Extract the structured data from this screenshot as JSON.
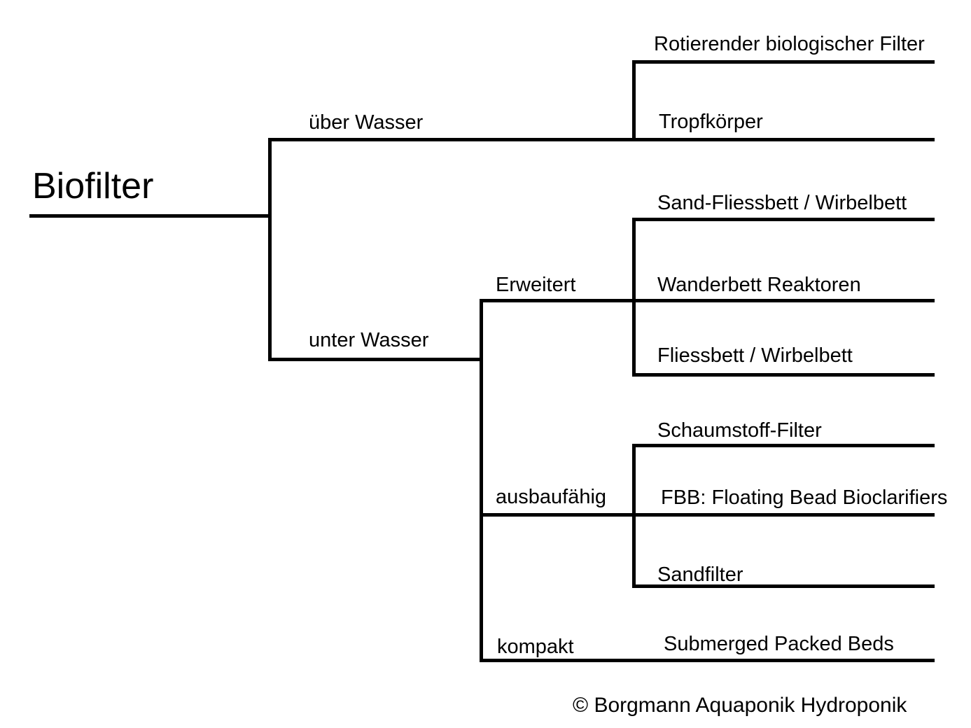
{
  "diagram_title": "Biofilter",
  "colors": {
    "line": "#000000",
    "text": "#000000",
    "background": "#ffffff"
  },
  "tree": {
    "root": {
      "label": "Biofilter"
    },
    "branches": [
      {
        "label": "über Wasser",
        "children": [
          {
            "label": "Rotierender biologischer Filter"
          },
          {
            "label": "Tropfkörper"
          }
        ]
      },
      {
        "label": "unter Wasser",
        "children": [
          {
            "label": "Erweitert",
            "children": [
              {
                "label": "Sand-Fliessbett / Wirbelbett"
              },
              {
                "label": "Wanderbett Reaktoren"
              },
              {
                "label": "Fliessbett / Wirbelbett"
              }
            ]
          },
          {
            "label": "ausbaufähig",
            "children": [
              {
                "label": "Schaumstoff-Filter"
              },
              {
                "label": "FBB: Floating Bead Bioclarifiers"
              },
              {
                "label": "Sandfilter"
              }
            ]
          },
          {
            "label": "kompakt",
            "children": [
              {
                "label": "Submerged Packed Beds"
              }
            ]
          }
        ]
      }
    ]
  },
  "footer": {
    "copyright": "© Borgmann Aquaponik Hydroponik"
  }
}
